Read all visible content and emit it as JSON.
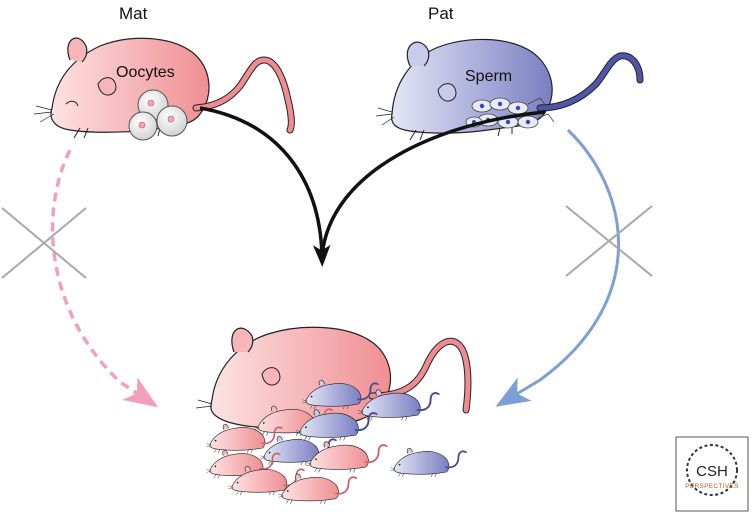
{
  "labels": {
    "maternal": "Mat",
    "paternal": "Pat",
    "oocytes": "Oocytes",
    "sperm": "Sperm"
  },
  "logo": {
    "main": "CSH",
    "sub": "PERSPECTIVES"
  },
  "colors": {
    "maternal_pink": "#f08f94",
    "paternal_blue": "#7d82c4",
    "pink_arrow": "#f2a0b9",
    "blue_arrow": "#7e9fd6",
    "black_arrow": "#111111",
    "cross": "#a8a8a8"
  }
}
